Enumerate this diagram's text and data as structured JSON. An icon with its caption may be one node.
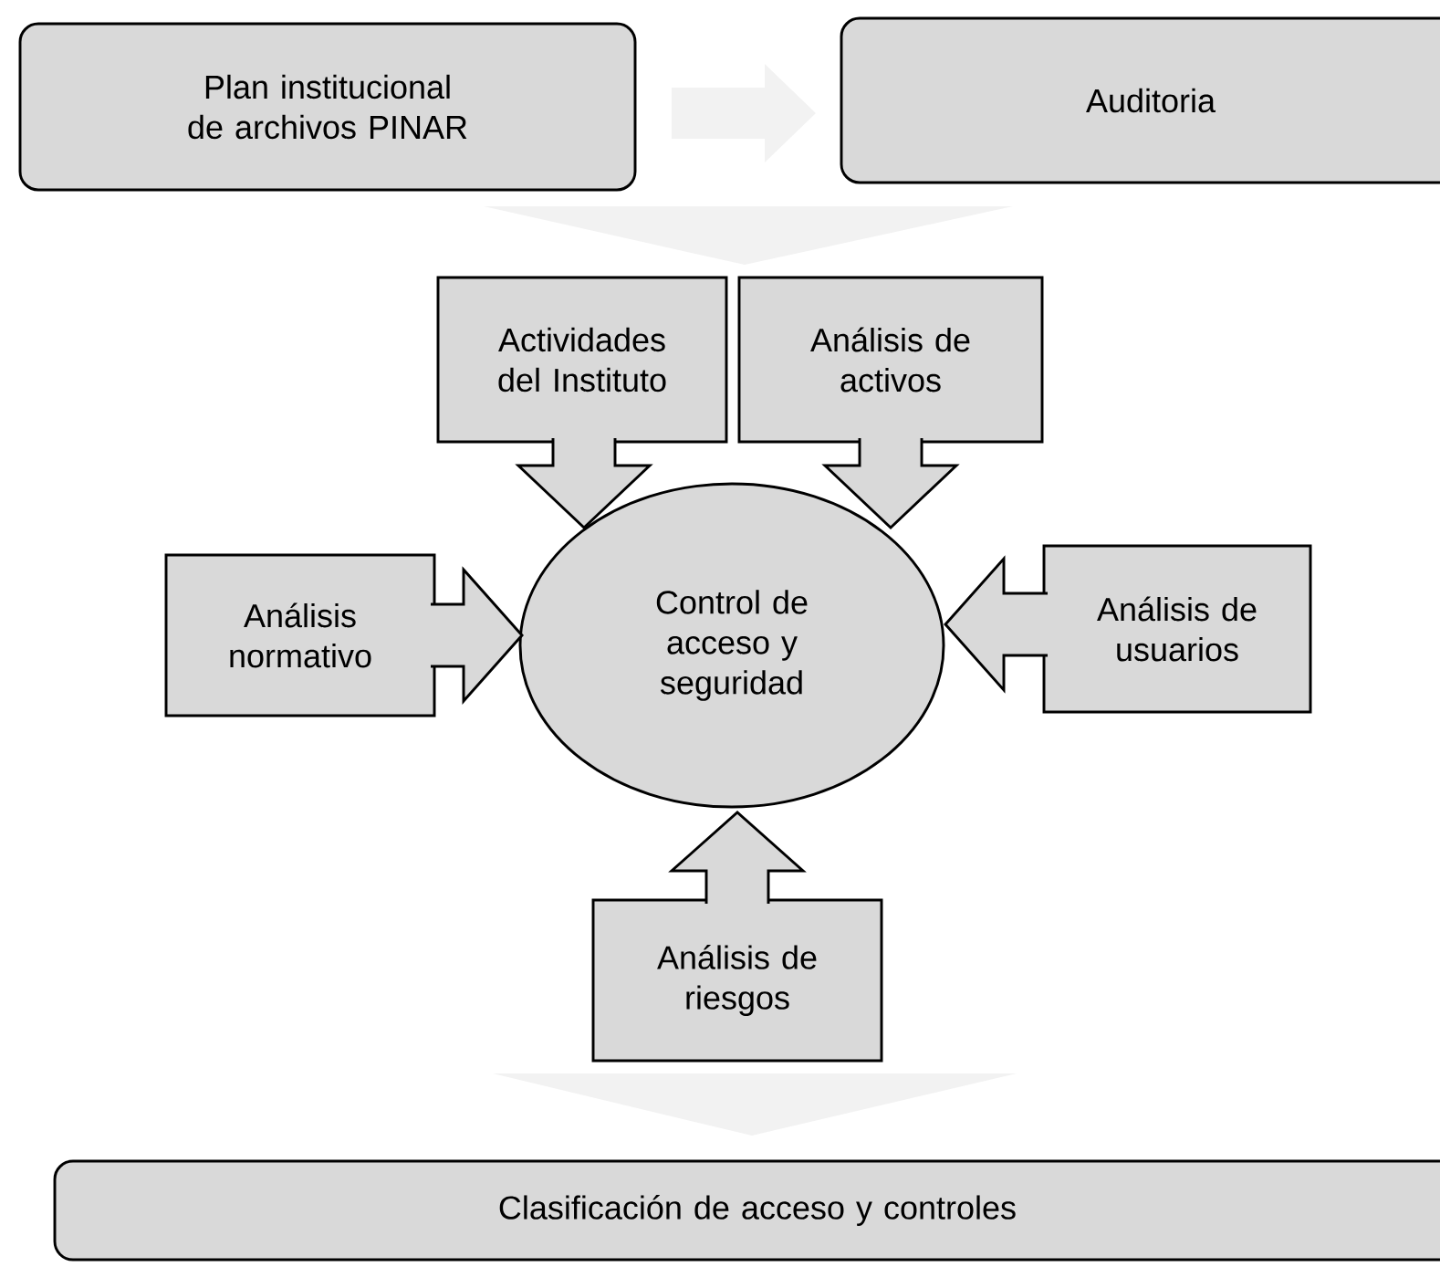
{
  "diagram": {
    "nodes": [
      {
        "text": [
          "Plan institucional de archivos PINAR"
        ]
      },
      {
        "text": [
          "Auditoria"
        ]
      },
      {
        "text": [
          "Actividades del Instituto"
        ]
      },
      {
        "text": [
          "Análisis de activos"
        ]
      },
      {
        "text": [
          "Análisis normativo"
        ]
      },
      {
        "text": [
          "Control de acceso y seguridad"
        ]
      },
      {
        "text": [
          "Análisis de usuarios"
        ]
      },
      {
        "text": [
          "Análisis de riesgos"
        ]
      },
      {
        "text": [
          "Clasificación de acceso y controles"
        ]
      }
    ],
    "edges": [
      {
        "from": 0,
        "to": 1,
        "arrow": "to",
        "color": "#f2f2f2"
      },
      {
        "from": 2,
        "to": 5,
        "arrow": "to"
      },
      {
        "from": 3,
        "to": 5,
        "arrow": "to"
      },
      {
        "from": 4,
        "to": 5,
        "arrow": "to"
      },
      {
        "from": 6,
        "to": 5,
        "arrow": "to"
      },
      {
        "from": 7,
        "to": 5,
        "arrow": "to"
      },
      {
        "from": 7,
        "to": 8,
        "arrow": "to",
        "color": "#f2f2f2"
      }
    ]
  }
}
